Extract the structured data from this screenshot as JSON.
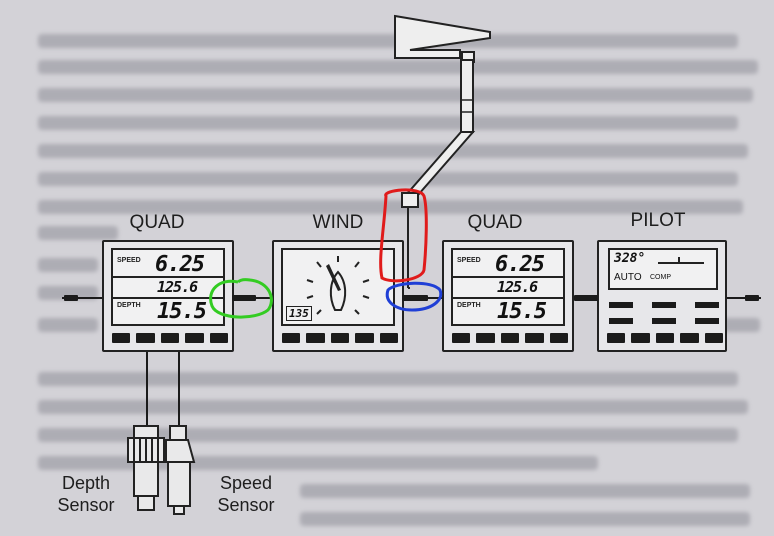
{
  "instruments": {
    "quad1": {
      "title": "QUAD",
      "speed_label": "SPEED",
      "speed_value": "6.25",
      "mid_value": "125.6",
      "depth_label": "DEPTH",
      "depth_value": "15.5"
    },
    "wind": {
      "title": "WIND",
      "value": "135"
    },
    "quad2": {
      "title": "QUAD",
      "speed_label": "SPEED",
      "speed_value": "6.25",
      "mid_value": "125.6",
      "depth_label": "DEPTH",
      "depth_value": "15.5"
    },
    "pilot": {
      "title": "PILOT",
      "heading": "328°",
      "mode": "AUTO",
      "mode_sub": "COMP"
    }
  },
  "sensors": {
    "depth": [
      "Depth",
      "Sensor"
    ],
    "speed": [
      "Speed",
      "Sensor"
    ]
  },
  "annotations": {
    "green": "#33cc22",
    "red": "#e01b1b",
    "blue": "#1f3fd6"
  }
}
